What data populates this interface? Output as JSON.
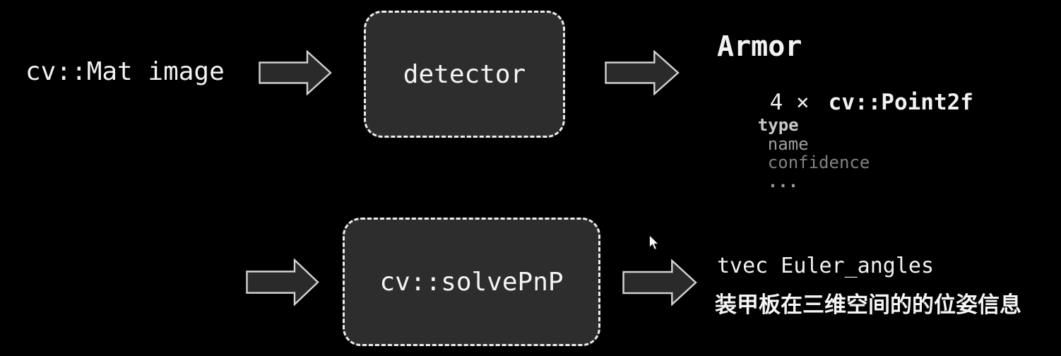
{
  "diagram": {
    "background": "#000000",
    "colors": {
      "box_fill": "#2d2d2d",
      "box_border_dashed": "#ededed",
      "arrow_fill": "#2a2a2a",
      "arrow_stroke": "#d2d2d2",
      "text_primary": "#f2f2f2",
      "field_bright": "#c9c9c9",
      "field_mid": "#9d9d9d",
      "field_dim": "#828282"
    },
    "row1": {
      "input_label": "cv::Mat image",
      "process_label": "detector",
      "output": {
        "title": "Armor",
        "count_prefix": "4 ×",
        "point_type": "cv::Point2f",
        "fields": [
          "type",
          "name",
          "confidence",
          "..."
        ]
      }
    },
    "row2": {
      "process_label": "cv::solvePnP",
      "output": {
        "result_vars": "tvec Euler_angles",
        "caption_cn": "装甲板在三维空间的的位姿信息"
      }
    }
  }
}
